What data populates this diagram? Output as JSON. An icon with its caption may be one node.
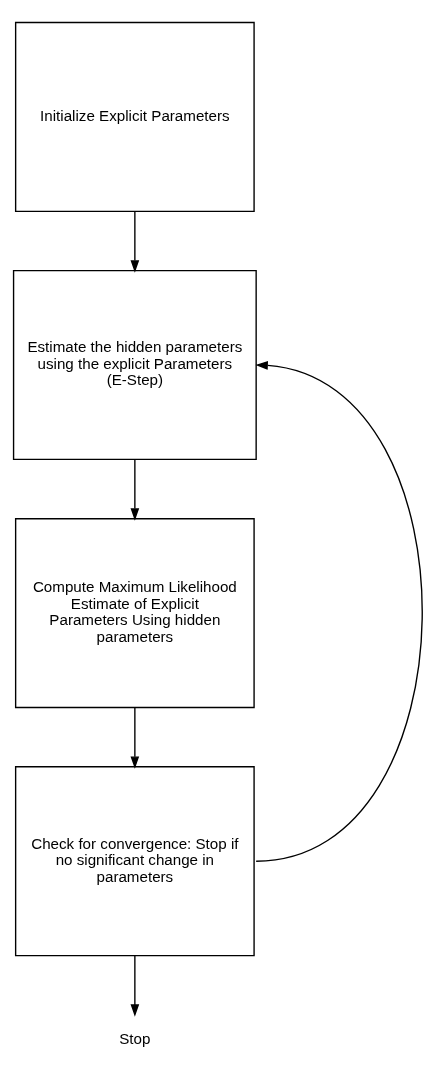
{
  "diagram": {
    "nodes": [
      {
        "text": [
          "Initialize Explicit Parameters"
        ]
      },
      {
        "text": [
          "Estimate the hidden parameters using the explicit Parameters (E-Step)"
        ]
      },
      {
        "text": [
          "Compute Maximum Likelihood Estimate of Explicit Parameters Using hidden parameters"
        ]
      },
      {
        "text": [
          "Check for convergence: Stop if no significant change in parameters"
        ]
      },
      {
        "text": [
          "Stop"
        ]
      }
    ],
    "edges": [
      {
        "from": 0,
        "to": 1,
        "arrow": "to"
      },
      {
        "from": 1,
        "to": 2,
        "arrow": "to"
      },
      {
        "from": 2,
        "to": 3,
        "arrow": "to"
      },
      {
        "from": 3,
        "to": 4,
        "arrow": "to"
      },
      {
        "from": 3,
        "to": 1,
        "arrow": "to"
      }
    ]
  }
}
